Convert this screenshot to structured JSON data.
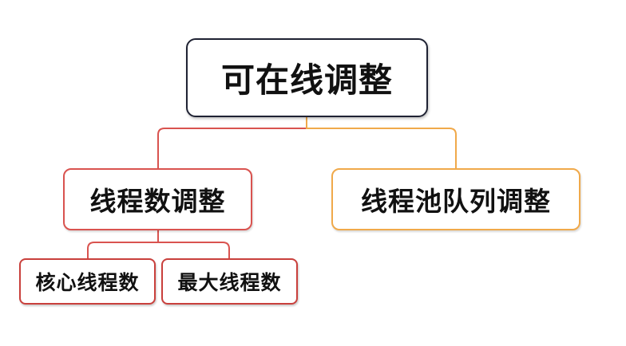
{
  "diagram": {
    "root": {
      "label": "可在线调整"
    },
    "branches": [
      {
        "label": "线程数调整",
        "children": [
          {
            "label": "核心线程数"
          },
          {
            "label": "最大线程数"
          }
        ]
      },
      {
        "label": "线程池队列调整",
        "children": []
      }
    ]
  },
  "colors": {
    "root_border": "#1f2233",
    "left_branch": "#d9534f",
    "right_branch": "#f0a94a",
    "leaf_border": "#c9403c"
  }
}
